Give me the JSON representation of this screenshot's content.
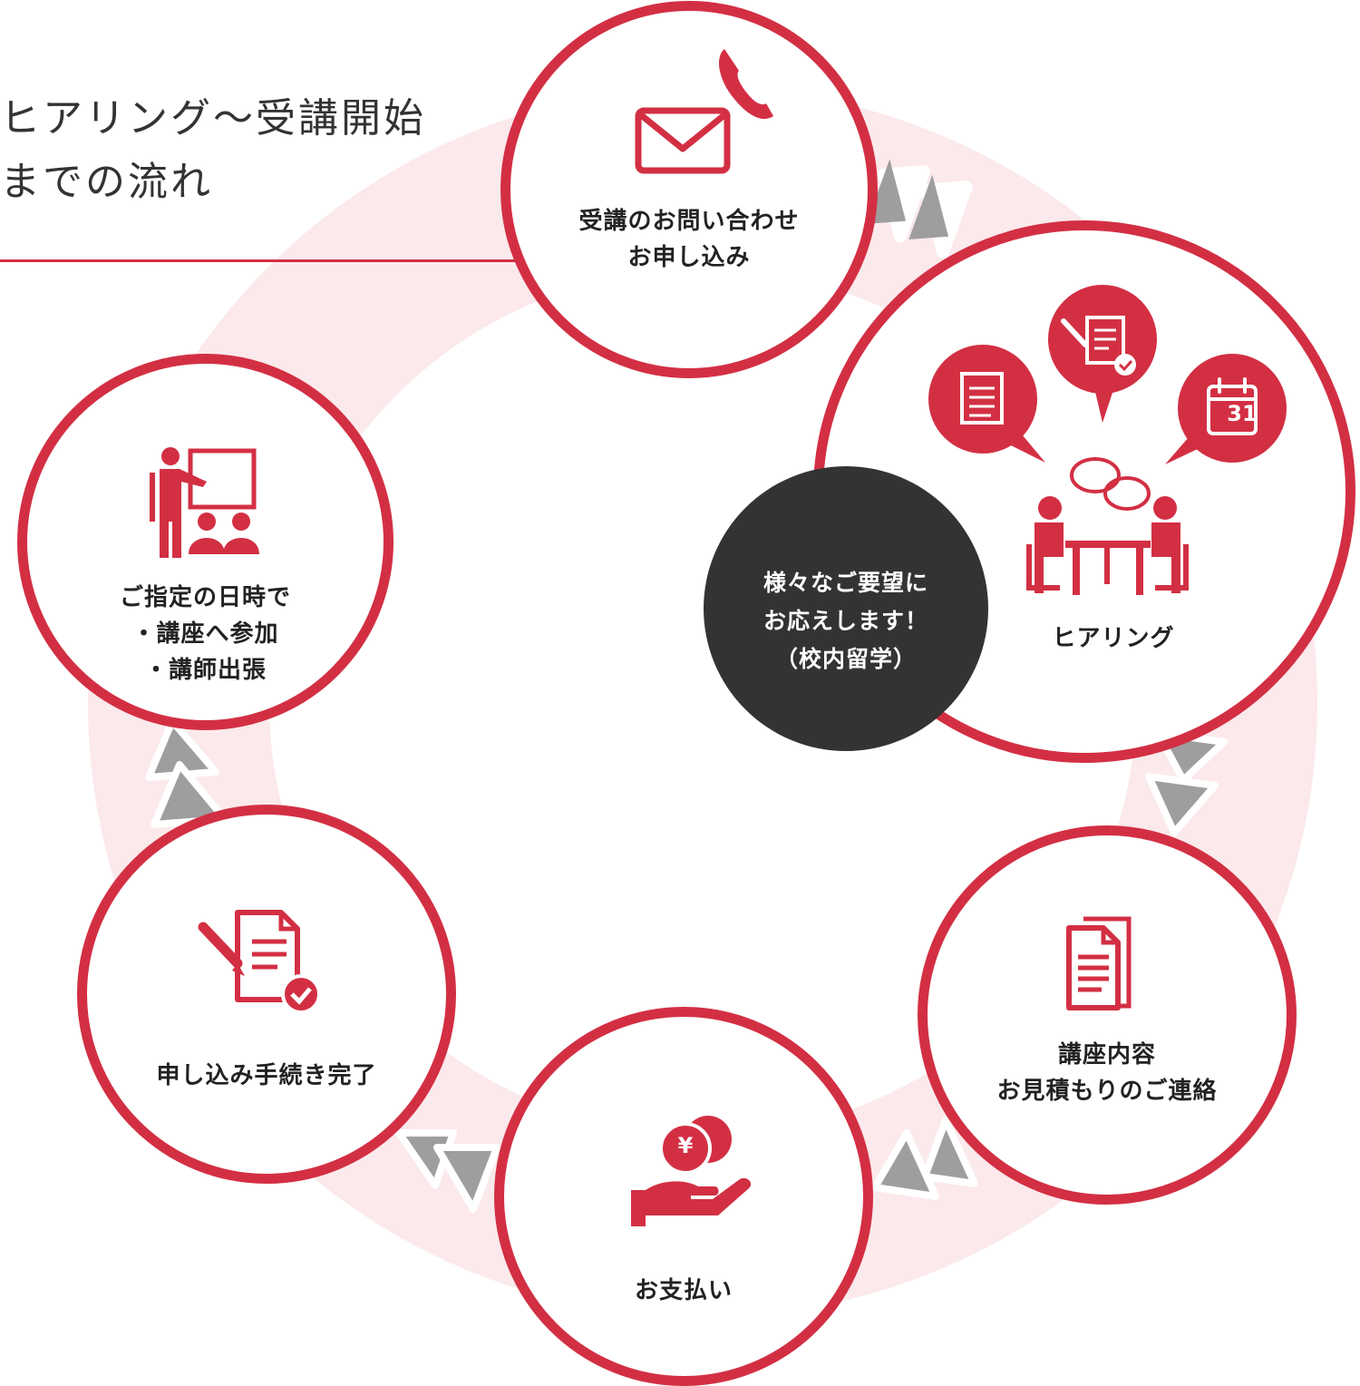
{
  "title": {
    "line1": "ヒアリング〜受講開始",
    "line2": "までの流れ"
  },
  "colors": {
    "accent": "#d32f43",
    "ring": "#fbe9eb",
    "dark": "#333333",
    "arrow": "#9e9e9e"
  },
  "steps": [
    {
      "icon": "mail-phone-icon",
      "lines": [
        "受講のお問い合わせ",
        "お申し込み"
      ]
    },
    {
      "icon": "meeting-icon",
      "lines": [
        "ヒアリング"
      ]
    },
    {
      "icon": "document-icon",
      "lines": [
        "講座内容",
        "お見積もりのご連絡"
      ]
    },
    {
      "icon": "payment-yen-icon",
      "lines": [
        "お支払い"
      ]
    },
    {
      "icon": "signed-document-icon",
      "lines": [
        "申し込み手続き完了"
      ]
    },
    {
      "icon": "lecture-icon",
      "lines": [
        "ご指定の日時で",
        "・講座へ参加",
        "・講師出張"
      ]
    }
  ],
  "callout": {
    "lines": [
      "様々なご要望に",
      "お応えします！",
      "（校内留学）"
    ]
  },
  "calendar_day": "31",
  "yen_symbol": "¥"
}
